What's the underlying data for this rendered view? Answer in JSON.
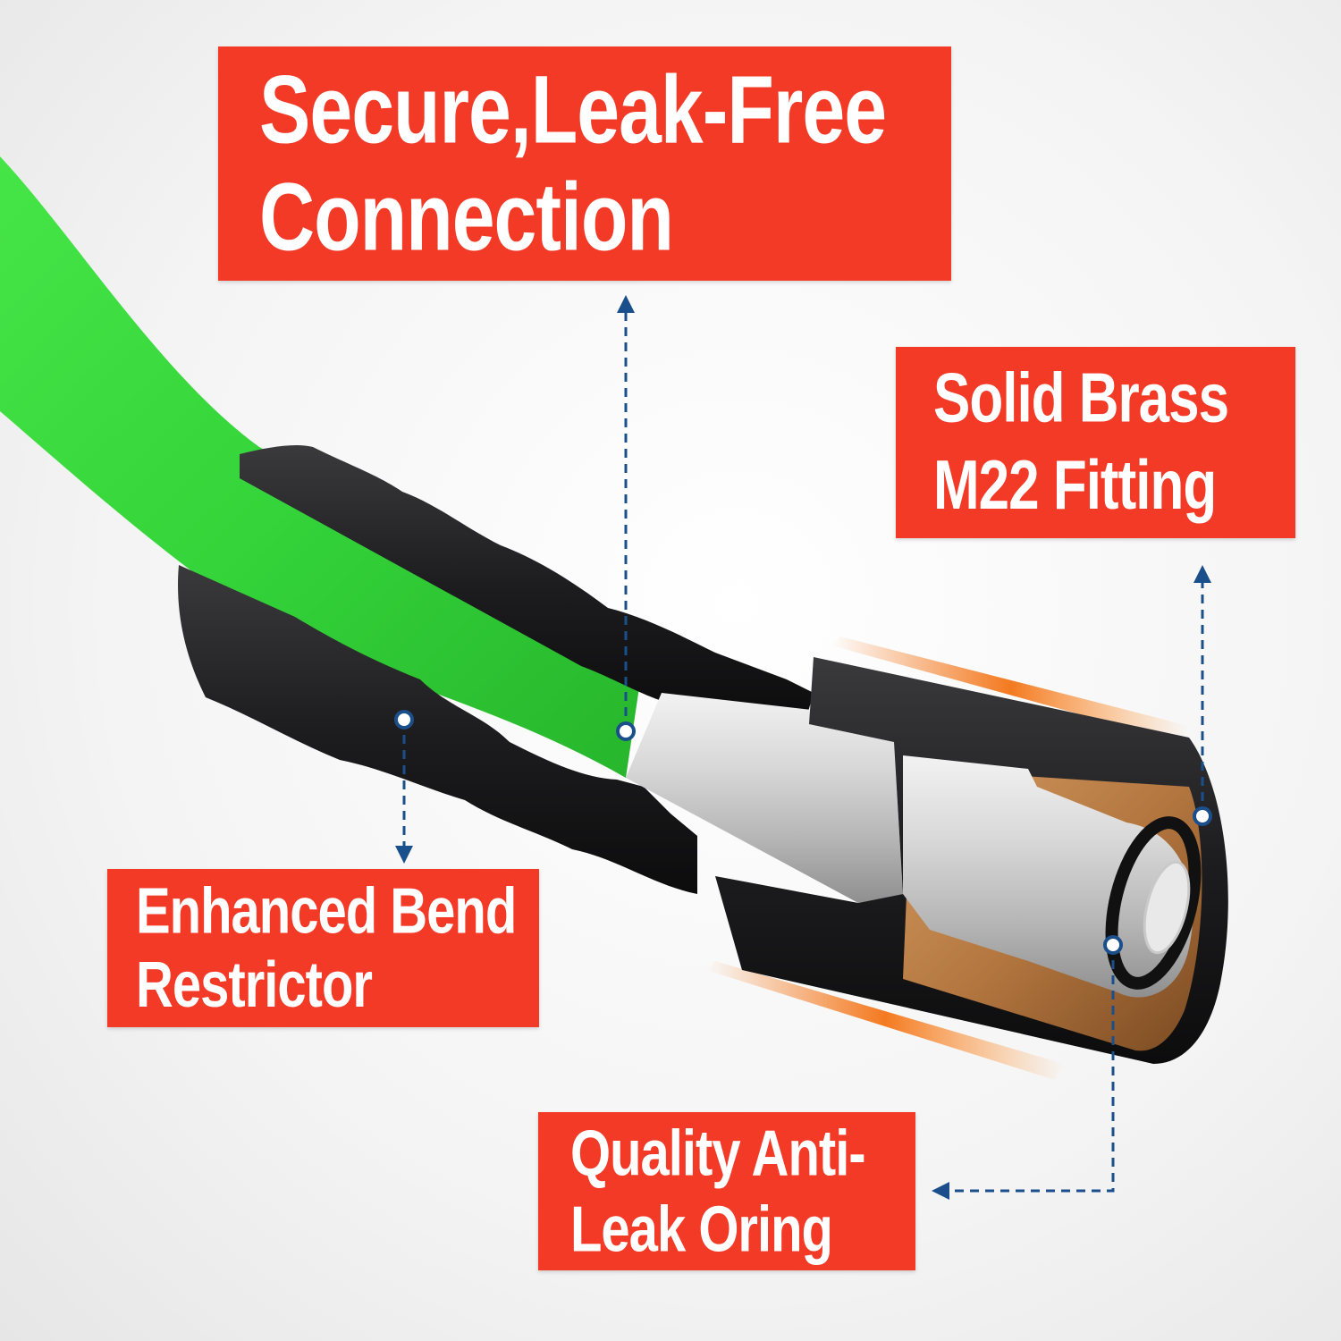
{
  "callouts": {
    "connection": "Secure,Leak-Free\nConnection",
    "brass": "Solid Brass\nM22 Fitting",
    "bend": "Enhanced Bend\nRestrictor",
    "oring": "Quality Anti-\nLeak Oring"
  },
  "colors": {
    "callout_red": "#f33a27",
    "hose_green": "#39d83c",
    "restrictor_black": "#1d1d1f",
    "brass": "#b3763f",
    "leader_blue": "#1b4f8c",
    "flare_orange": "#f47a20"
  }
}
